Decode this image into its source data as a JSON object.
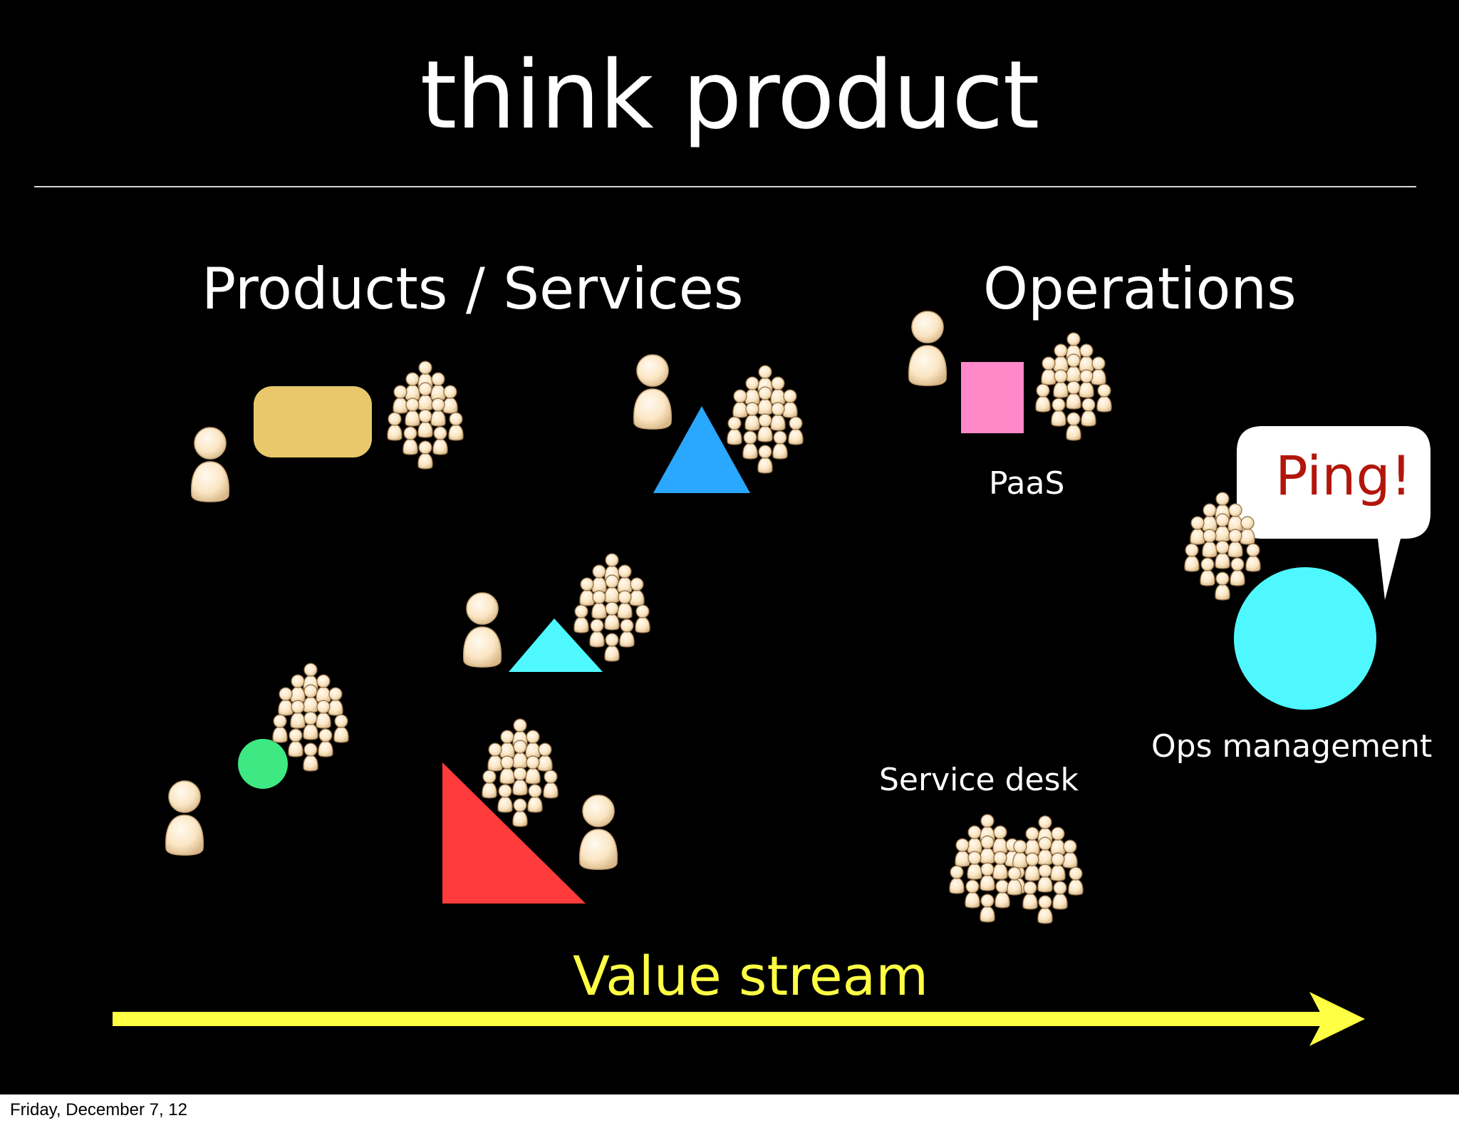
{
  "slide": {
    "title": "think product",
    "sections": {
      "products_services": "Products / Services",
      "operations": "Operations"
    },
    "labels": {
      "paas": "PaaS",
      "ops_management": "Ops management",
      "service_desk": "Service desk",
      "ping": "Ping!",
      "value_stream": "Value stream"
    },
    "colors": {
      "background": "#000000",
      "yellow_box": "#e8c86a",
      "blue_triangle": "#2aa7ff",
      "cyan": "#4ff8ff",
      "pink_square": "#ff88c8",
      "green_circle": "#3ee882",
      "red_triangle": "#ff3b3b",
      "arrow": "#ffff44",
      "ping_text": "#b2160b",
      "person": "#fbe6c4"
    },
    "icons": [
      "person-icon",
      "team-icon",
      "speech-bubble-icon",
      "arrow-icon"
    ]
  },
  "footer": {
    "date": "Friday, December 7, 12"
  }
}
